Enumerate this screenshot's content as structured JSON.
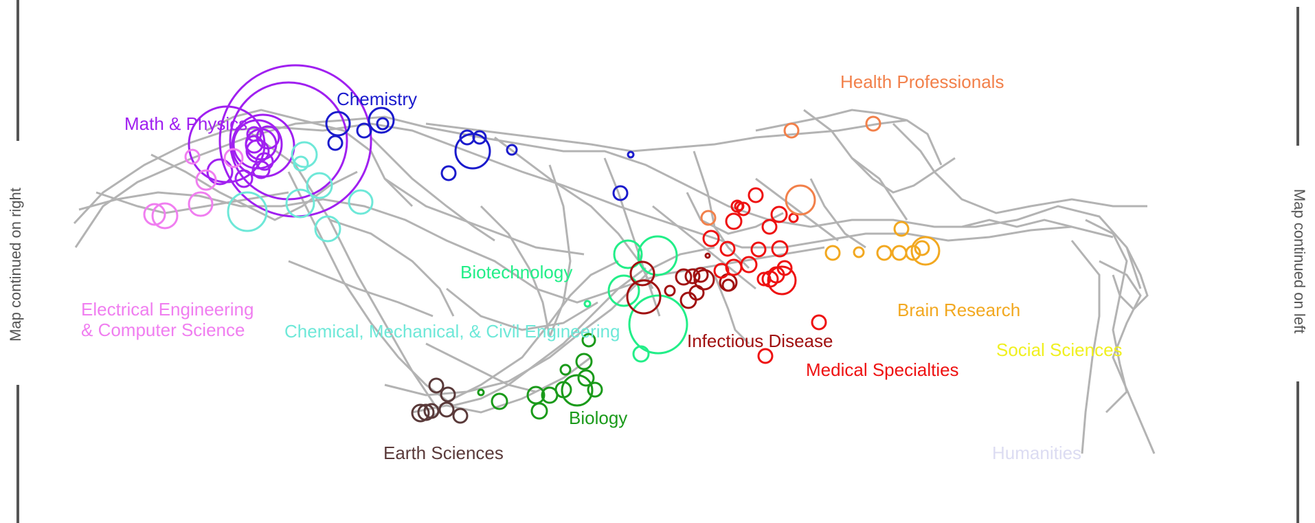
{
  "side_notes": {
    "left": "Map continued on right",
    "right": "Map continued on left"
  },
  "regions": [
    {
      "key": "math",
      "label": "Math & Physics",
      "color": "#a020f0"
    },
    {
      "key": "chemistry",
      "label": "Chemistry",
      "color": "#1a1acc"
    },
    {
      "key": "eecs_line1",
      "label": "Electrical Engineering",
      "color": "#f07ef0"
    },
    {
      "key": "eecs_line2",
      "label": "& Computer Science",
      "color": "#f07ef0"
    },
    {
      "key": "chem_eng",
      "label": "Chemical, Mechanical, & Civil Engineering",
      "color": "#6ee8d8"
    },
    {
      "key": "biotech",
      "label": "Biotechnology",
      "color": "#22ee88"
    },
    {
      "key": "biology",
      "label": "Biology",
      "color": "#1a9a1a"
    },
    {
      "key": "earth",
      "label": "Earth Sciences",
      "color": "#5a3a3a"
    },
    {
      "key": "infectious",
      "label": "Infectious Disease",
      "color": "#a01010"
    },
    {
      "key": "medical",
      "label": "Medical Specialties",
      "color": "#ee1111"
    },
    {
      "key": "health",
      "label": "Health Professionals",
      "color": "#f2804a"
    },
    {
      "key": "brain",
      "label": "Brain Research",
      "color": "#f2a820"
    },
    {
      "key": "social",
      "label": "Social Sciences",
      "color": "#f0f020"
    },
    {
      "key": "humanities",
      "label": "Humanities",
      "color": "#dcdcf2"
    }
  ]
}
